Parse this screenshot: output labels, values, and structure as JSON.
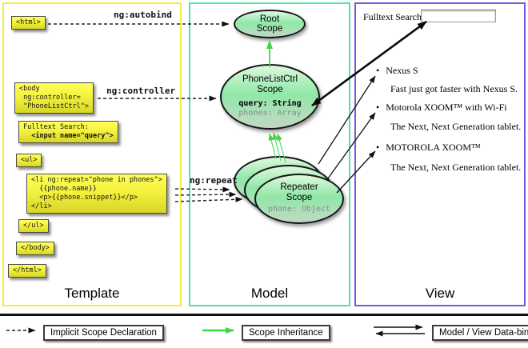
{
  "connector_labels": {
    "autobind": "ng:autobind",
    "controller": "ng:controller",
    "repeat": "ng:repeat"
  },
  "template": {
    "title": "Template",
    "html_open": "<html>",
    "body_open_1": "<body",
    "body_open_2": " ng:controller=",
    "body_open_3": " \"PhoneListCtrl\">",
    "fulltext_label": "Fulltext Search:",
    "fulltext_code": "  <input name=\"query\">",
    "ul_open": "<ul>",
    "li_1": "<li ng:repeat=\"phone in phones\">",
    "li_2": "  {{phone.name}}",
    "li_3": "  <p>{{phone.snippet}}</p>",
    "li_4": "</li>",
    "ul_close": "</ul>",
    "body_close": "</body>",
    "html_close": "</html>"
  },
  "model": {
    "title": "Model",
    "root_line1": "Root",
    "root_line2": "Scope",
    "ctrl_line1": "PhoneListCtrl",
    "ctrl_line2": "Scope",
    "ctrl_prop1": "query: String",
    "ctrl_prop2": "phones: Array",
    "rep_line1": "Repeater",
    "rep_line2": "Scope",
    "rep_prop": "phone: Object"
  },
  "view": {
    "title": "View",
    "search_label": "Fulltext Search:",
    "bullet": "•",
    "items": [
      {
        "name": "Nexus S",
        "snippet": "Fast just got faster with Nexus S."
      },
      {
        "name": "Motorola XOOM™ with Wi-Fi",
        "snippet": "The Next, Next Generation tablet."
      },
      {
        "name": "MOTOROLA XOOM™",
        "snippet": "The Next, Next Generation tablet."
      }
    ]
  },
  "legend": {
    "implicit": "Implicit Scope Declaration",
    "inheritance": "Scope Inheritance",
    "binding": "Model / View Data-binding"
  },
  "colors": {
    "template_border": "#f2ee3f",
    "model_border": "#57e0a0",
    "view_border": "#6a5fe0",
    "green_arrow": "#3fd63f",
    "codebox_yellow": "#f4f23e"
  }
}
